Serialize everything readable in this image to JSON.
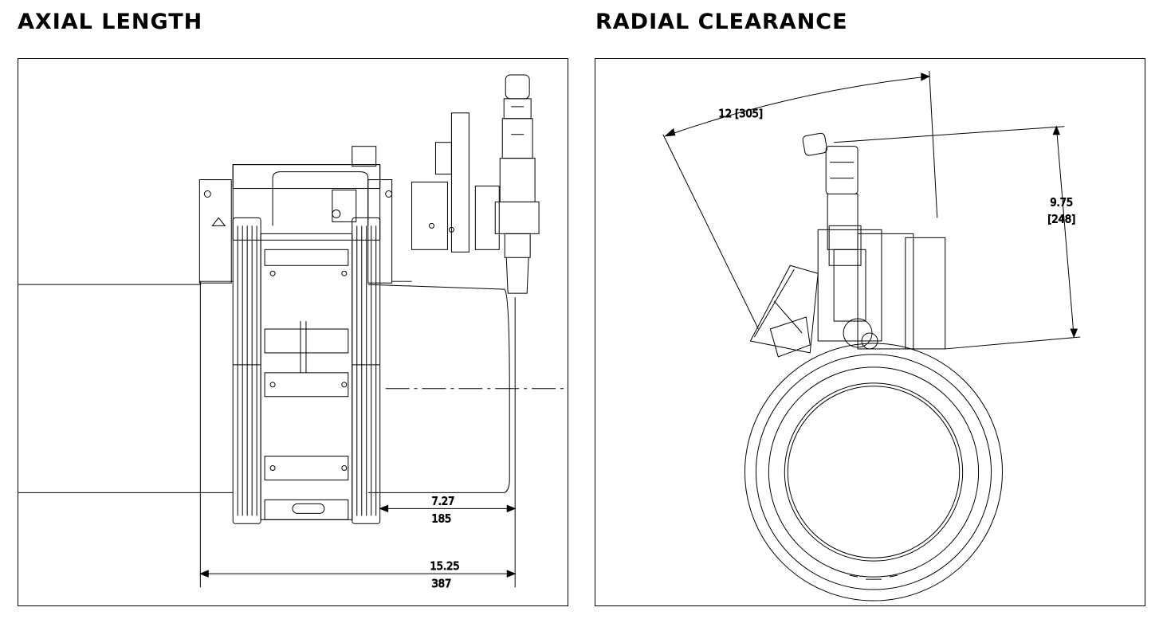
{
  "sections": {
    "axial": {
      "title": "AXIAL LENGTH",
      "dim_short": {
        "inches": "7.27",
        "mm": "185"
      },
      "dim_long": {
        "inches": "15.25",
        "mm": "387"
      }
    },
    "radial": {
      "title": "RADIAL CLEARANCE",
      "dim_swing": {
        "label": "12 [305]"
      },
      "dim_height": {
        "inches": "9.75",
        "mm": "[248]"
      }
    }
  }
}
